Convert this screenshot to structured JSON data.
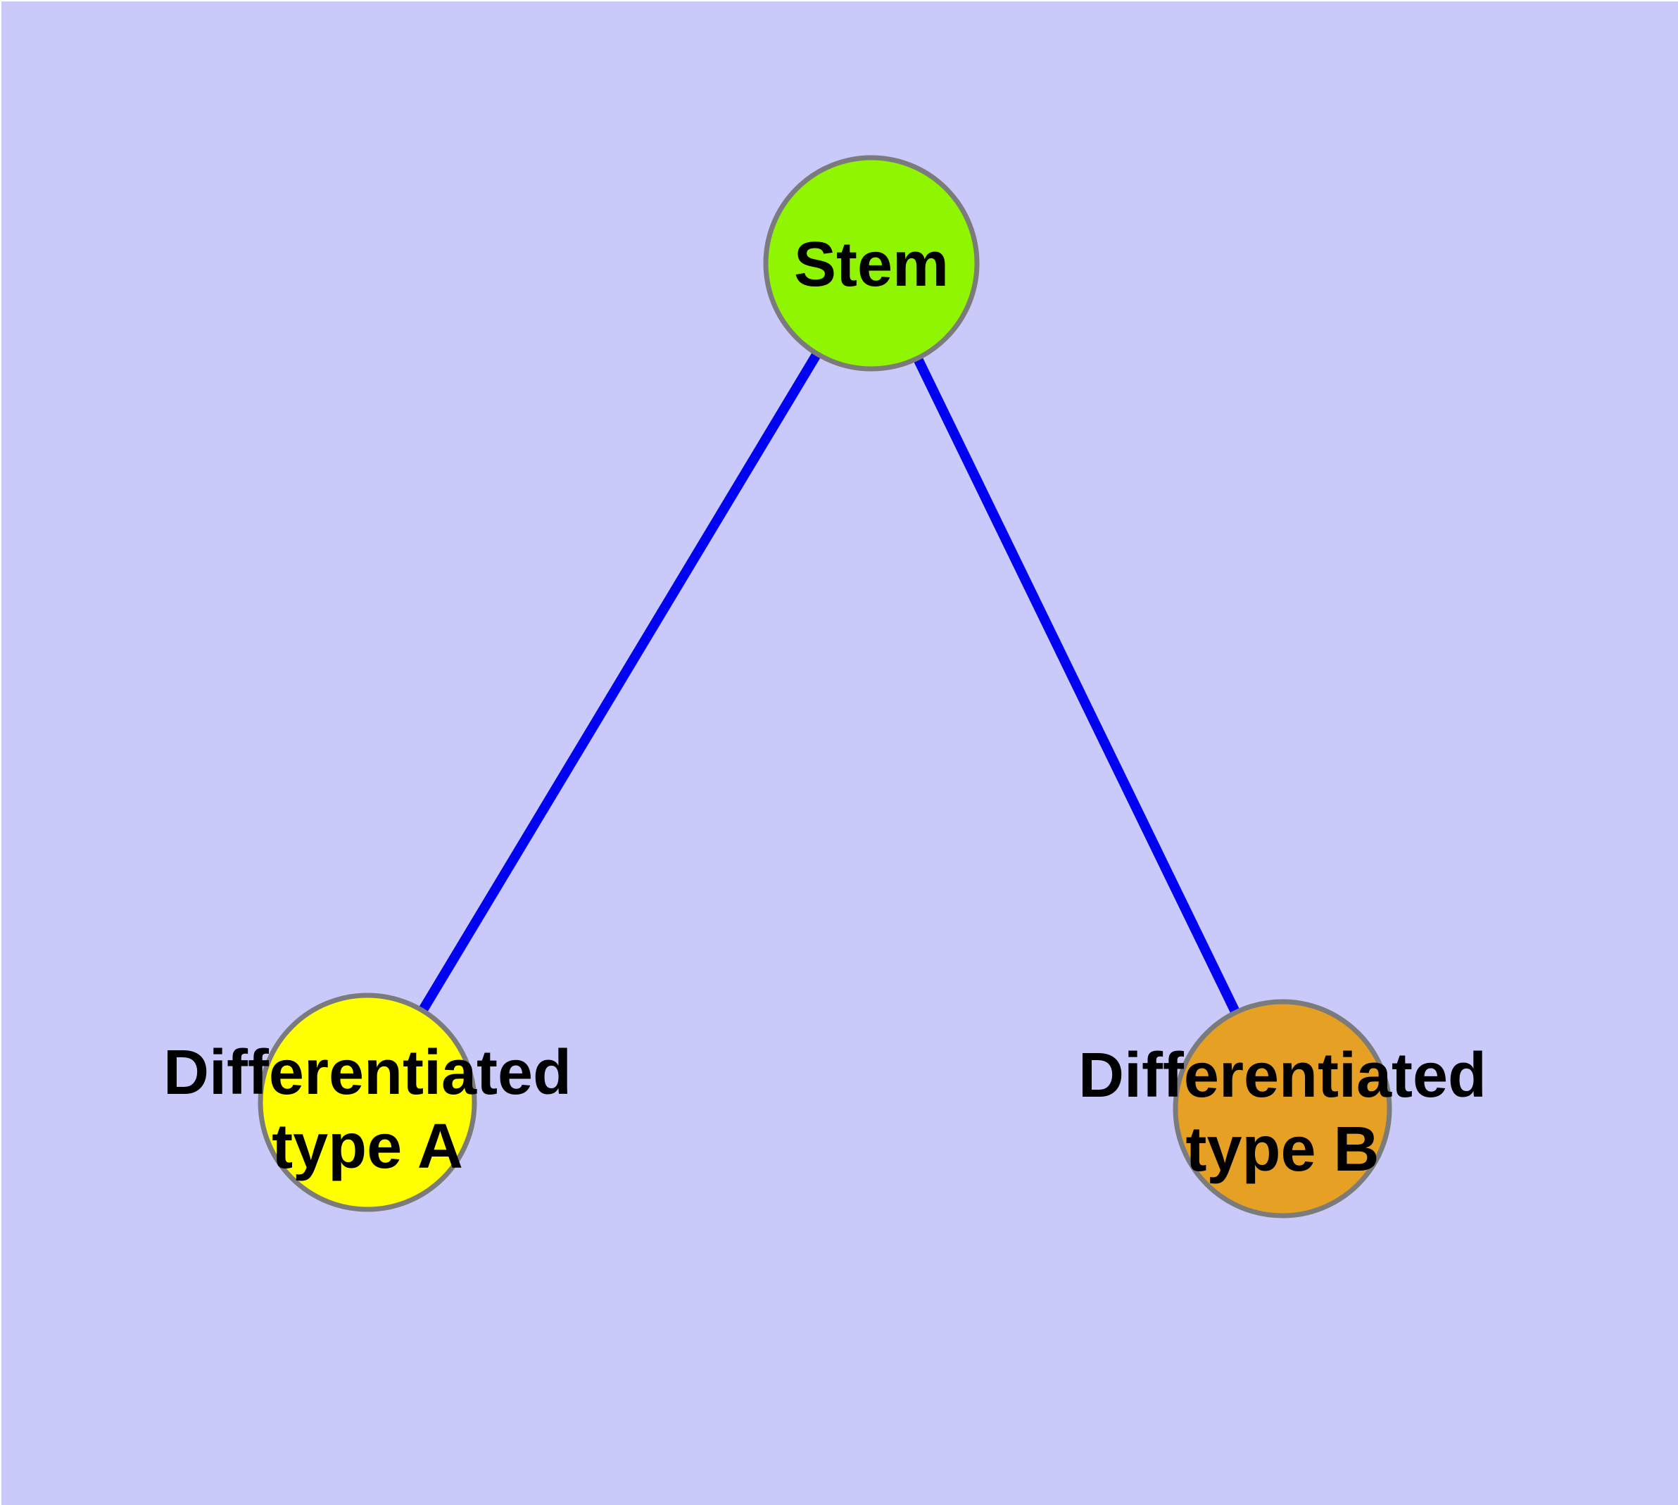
{
  "diagram": {
    "type": "node-link-graph",
    "background_color": "#C9C9FA",
    "edge_color": "#0202F2",
    "node_border_color": "#7B7B7B",
    "text_color": "#000000",
    "nodes": [
      {
        "id": "stem",
        "label": "Stem",
        "label_lines": [
          "Stem"
        ],
        "fill": "#8FF500"
      },
      {
        "id": "differentiated-type-a",
        "label": "Differentiated type A",
        "label_lines": [
          "Differentiated",
          "type A"
        ],
        "fill": "#FFFF00"
      },
      {
        "id": "differentiated-type-b",
        "label": "Differentiated type B",
        "label_lines": [
          "Differentiated",
          "type B"
        ],
        "fill": "#E6A024"
      }
    ],
    "edges": [
      {
        "from": "Stem",
        "to": "Differentiated type A"
      },
      {
        "from": "Stem",
        "to": "Differentiated type B"
      }
    ]
  }
}
